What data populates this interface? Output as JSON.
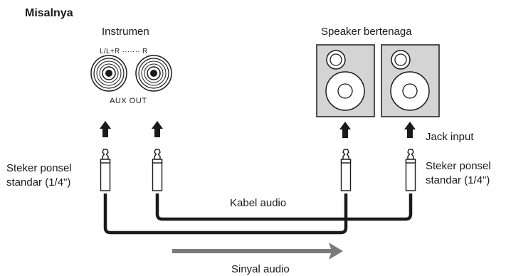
{
  "heading": "Misalnya",
  "instrument": {
    "label": "Instrumen",
    "jack_top_label": "L/L+R ·······  R",
    "jack_bottom_label": "AUX  OUT"
  },
  "speakers": {
    "label": "Speaker bertenaga",
    "input_label": "Jack input"
  },
  "plug_left": {
    "line1": "Steker ponsel",
    "line2": "standar (1/4\")"
  },
  "plug_right": {
    "line1": "Steker ponsel",
    "line2": "standar (1/4\")"
  },
  "cable_label": "Kabel audio",
  "signal_label": "Sinyal audio",
  "colors": {
    "ink": "#1a1a1a",
    "speaker_fill": "#d4d4d4",
    "signal_arrow": "#7a7a7a"
  }
}
